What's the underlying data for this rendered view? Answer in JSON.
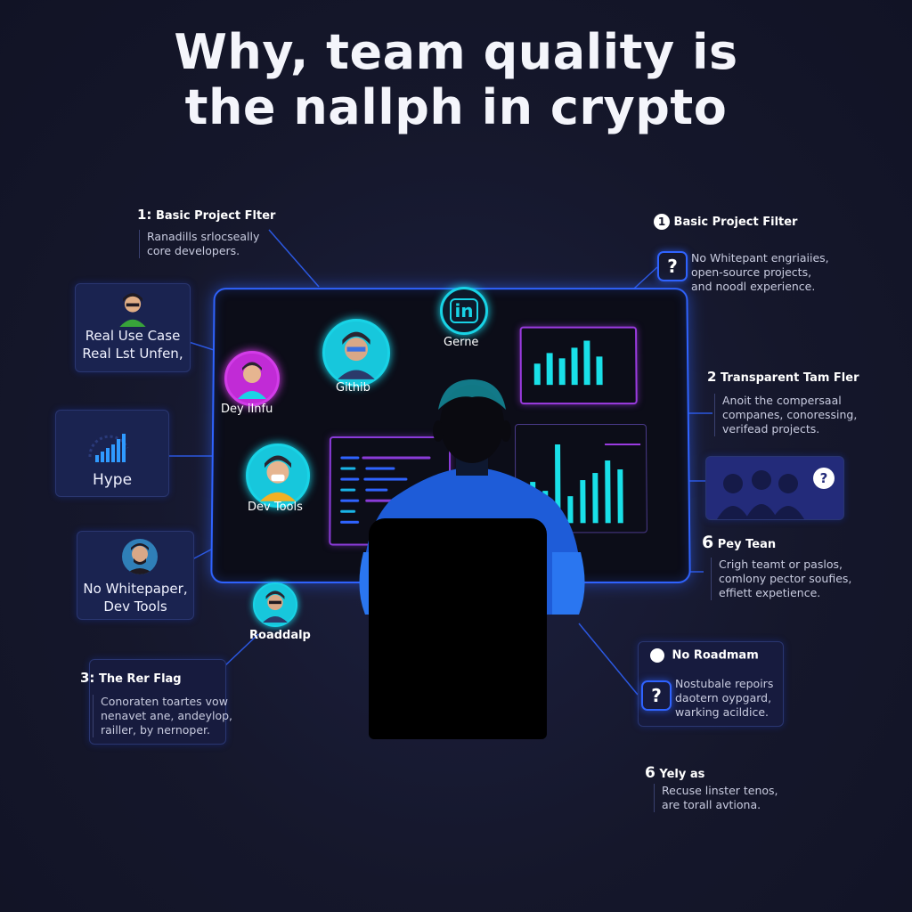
{
  "title_line1": "Why, team quality is",
  "title_line2": "the nallph in crypto",
  "screen": {
    "avatars": [
      {
        "label": "Dey iInfu",
        "ring": "#d23ce8"
      },
      {
        "label": "Githib",
        "ring": "#18d3e6"
      },
      {
        "label": "Gerne",
        "ring": "#18d3e6",
        "icon": "linkedin-icon"
      },
      {
        "label": "Dev Tools",
        "ring": "#18d3e6"
      }
    ]
  },
  "left_boxes": {
    "real_use_case": {
      "line1": "Real Use Case",
      "line2": "Real Lst Unfen,"
    },
    "hype": {
      "label": "Hype"
    },
    "no_whitepaper": {
      "line1": "No Whitepaper,",
      "line2": "Dev Tools"
    }
  },
  "roadmap_avatar": {
    "label": "Roaddalp"
  },
  "callouts": {
    "top_left": {
      "num": "1:",
      "title": "Basic Project Flter",
      "line1": "Ranadills srlocseally",
      "line2": "core developers."
    },
    "top_right": {
      "num": "1",
      "title": "Basic Project Filter",
      "line1": "No Whitepant engriaiies,",
      "line2": "open-source projects,",
      "line3": "and noodl experience."
    },
    "transparent": {
      "num": "2",
      "title": "Transparent Tam Fler",
      "line1": "Anoit the compersaal",
      "line2": "companes, conoressing,",
      "line3": "verifead projects."
    },
    "pey_team": {
      "num": "6",
      "title": "Pey Tean",
      "line1": "Crigh teamt or paslos,",
      "line2": "comlony pector soufies,",
      "line3": "effiett expetience."
    },
    "red_flag": {
      "num": "3:",
      "title": "The Rer Flag",
      "line1": "Conoraten toartes vow",
      "line2": "nenavet ane, andeylop,",
      "line3": "railler, by nernoper."
    },
    "no_roadmap": {
      "title": "No Roadmam",
      "line1": "Nostubale repoirs",
      "line2": "daotern oypgard,",
      "line3": "warking acildice."
    },
    "yely": {
      "num": "6",
      "title": "Yely as",
      "line1": "Recuse linster tenos,",
      "line2": "are torall avtiona."
    }
  },
  "colors": {
    "accent": "#2f63ff",
    "cyan": "#18d3e6",
    "magenta": "#d23ce8",
    "background": "#14162a"
  }
}
